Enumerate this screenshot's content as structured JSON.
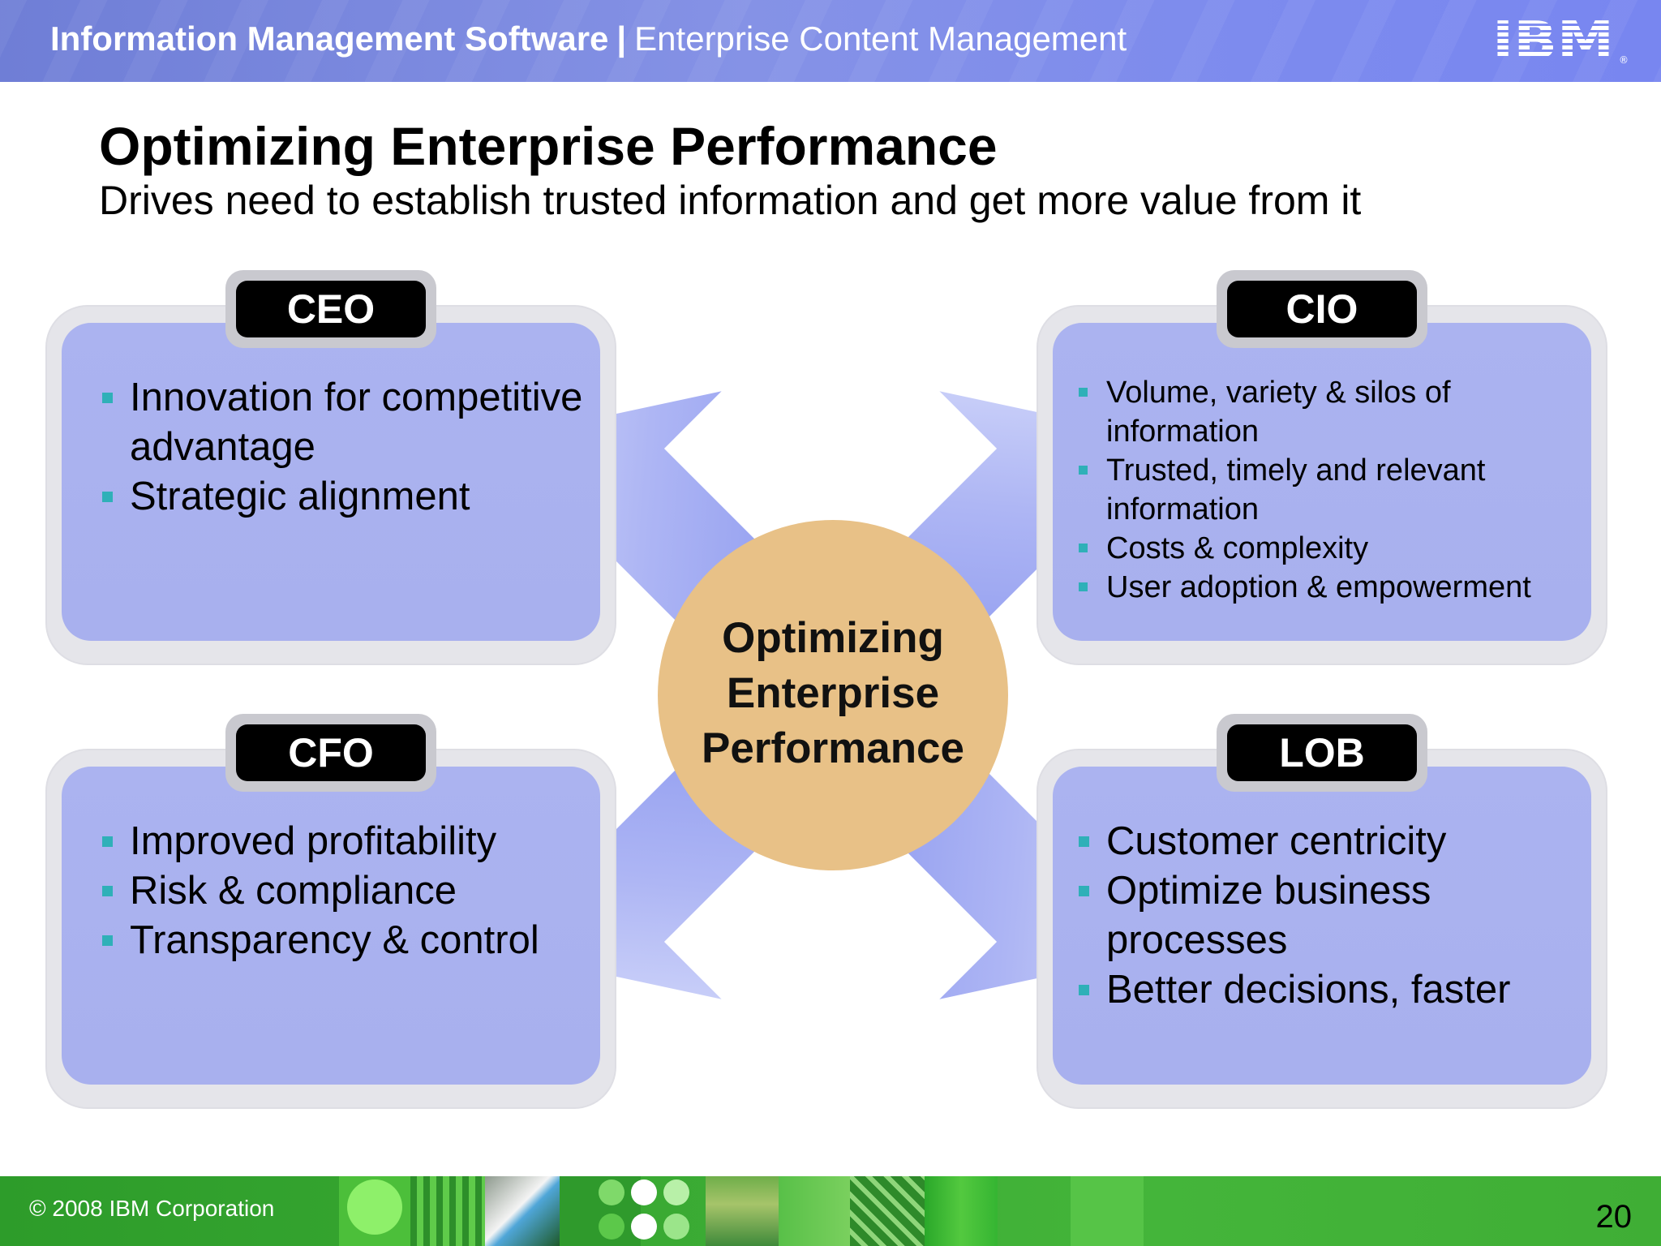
{
  "header": {
    "product": "Information Management Software",
    "separator": "|",
    "section": "Enterprise Content Management",
    "logo_text": "IBM"
  },
  "title": "Optimizing Enterprise Performance",
  "subtitle": "Drives need to establish trusted information and get more value from it",
  "hub": {
    "lines": [
      "Optimizing",
      "Enterprise",
      "Performance"
    ]
  },
  "panels": {
    "ceo": {
      "label": "CEO",
      "items": [
        "Innovation for competitive advantage",
        "Strategic alignment"
      ]
    },
    "cio": {
      "label": "CIO",
      "items": [
        "Volume, variety & silos of information",
        "Trusted, timely and relevant information",
        "Costs & complexity",
        "User adoption & empowerment"
      ]
    },
    "cfo": {
      "label": "CFO",
      "items": [
        "Improved profitability",
        "Risk & compliance",
        "Transparency & control"
      ]
    },
    "lob": {
      "label": "LOB",
      "items": [
        "Customer centricity",
        "Optimize business processes",
        "Better decisions, faster"
      ]
    }
  },
  "footer": {
    "copyright": "© 2008 IBM Corporation",
    "page_number": "20"
  },
  "colors": {
    "header": "#7d8bee",
    "panel": "#abb3f0",
    "hub": "#e8c187",
    "bullet": "#2fb0b8",
    "footer": "#3aaa33"
  }
}
